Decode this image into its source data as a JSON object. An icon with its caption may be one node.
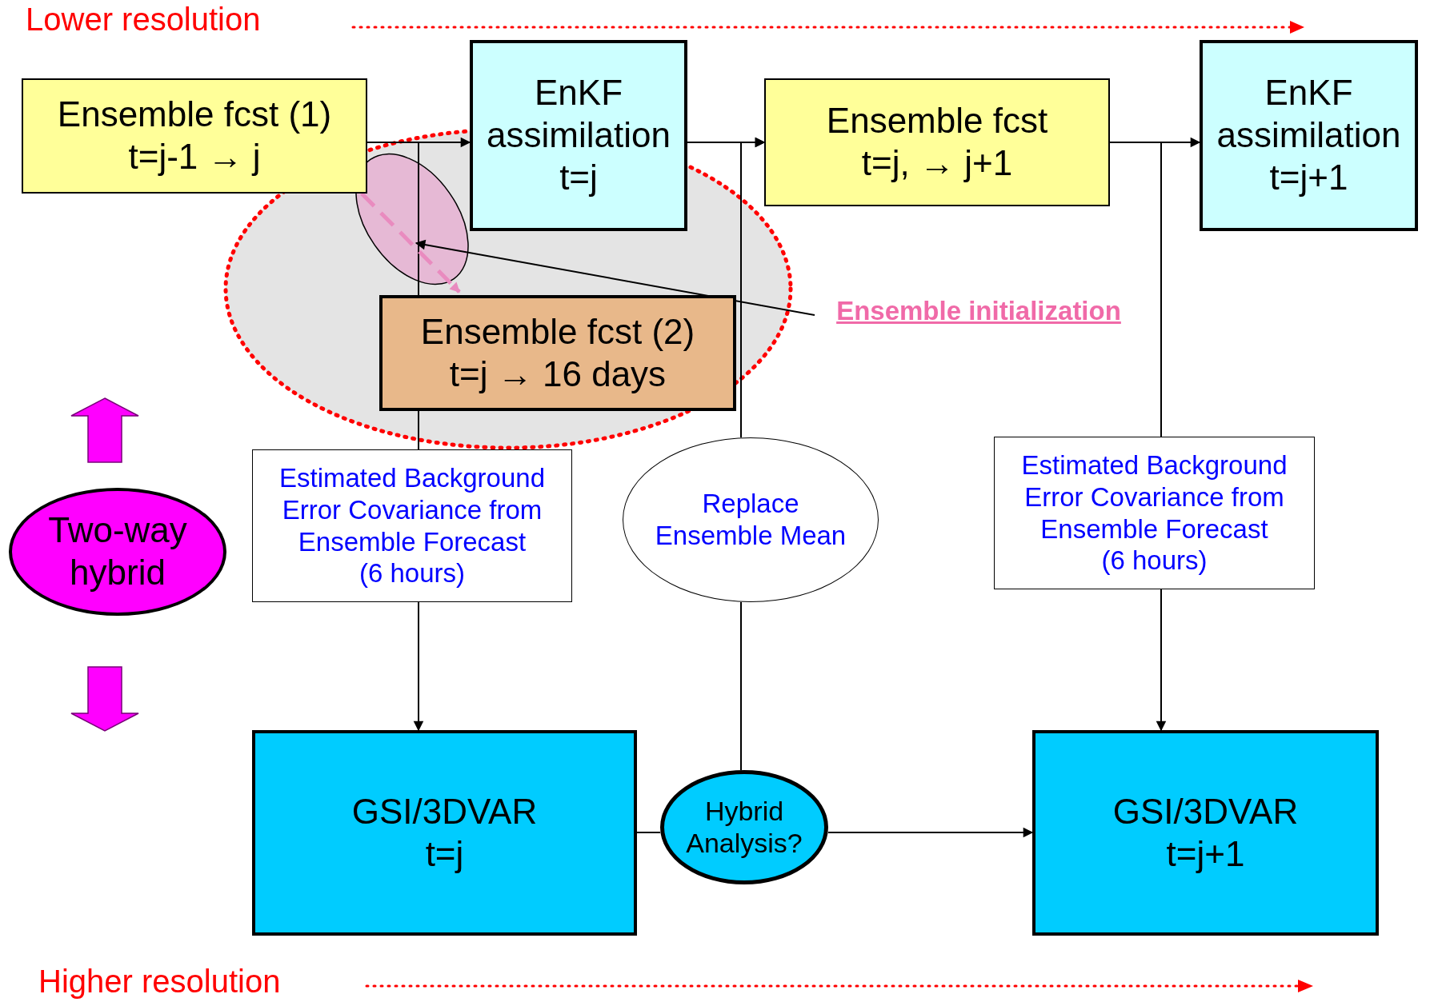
{
  "diagram": {
    "nodes": [
      {
        "text": [
          "Ensemble fcst (1)",
          "t=j-1 → j"
        ]
      },
      {
        "text": [
          "EnKF assimilation",
          "t=j"
        ]
      },
      {
        "text": [
          "Ensemble fcst",
          "t=j, → j+1"
        ]
      },
      {
        "text": [
          "EnKF assimilation",
          "t=j+1"
        ]
      },
      {
        "text": [
          "Ensemble fcst (2)",
          "t=j → 16 days"
        ]
      },
      {
        "text": [
          "Ensemble initialization"
        ]
      },
      {
        "text": [
          "Two-way hybrid"
        ]
      },
      {
        "text": [
          "Estimated Background Error Covariance from Ensemble Forecast",
          "(6 hours)"
        ]
      },
      {
        "text": [
          "Replace Ensemble Mean"
        ]
      },
      {
        "text": [
          "Estimated Background Error Covariance from Ensemble Forecast",
          "(6 hours)"
        ]
      },
      {
        "text": [
          "GSI/3DVAR",
          "t=j"
        ]
      },
      {
        "text": [
          "Hybrid Analysis?"
        ]
      },
      {
        "text": [
          "GSI/3DVAR",
          "t=j+1"
        ]
      }
    ],
    "edges": [
      {
        "from": 0,
        "to": 1,
        "arrow": "to"
      },
      {
        "from": 0,
        "to": 4,
        "arrow": "none"
      },
      {
        "from": 4,
        "to": 7,
        "arrow": "none"
      },
      {
        "from": 7,
        "to": 10,
        "arrow": "to"
      },
      {
        "from": 1,
        "to": 2,
        "arrow": "to"
      },
      {
        "from": 8,
        "to": 2,
        "arrow": "to"
      },
      {
        "from": 11,
        "to": 8,
        "arrow": "none"
      },
      {
        "from": 10,
        "to": 11,
        "arrow": "none"
      },
      {
        "from": 11,
        "to": 12,
        "arrow": "to"
      },
      {
        "from": 2,
        "to": 3,
        "arrow": "to"
      },
      {
        "from": 2,
        "to": 9,
        "arrow": "none"
      },
      {
        "from": 9,
        "to": 12,
        "arrow": "to"
      },
      {
        "from": 0,
        "to": 4,
        "arrow": "to",
        "style": "dashed",
        "color": "#e98bbf"
      },
      {
        "from": 5,
        "to": null,
        "arrow": "to"
      }
    ],
    "labels": [
      "Lower resolution",
      "Higher resolution"
    ]
  }
}
